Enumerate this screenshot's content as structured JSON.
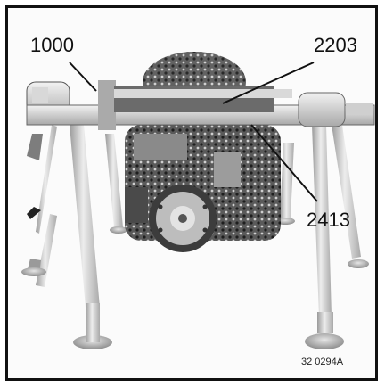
{
  "figure": {
    "callouts": {
      "c1000": "1000",
      "c2203": "2203",
      "c2413": "2413"
    },
    "figure_number": "32 0294A"
  },
  "colors": {
    "border": "#111111",
    "ink": "#222222",
    "metal": "#bdbdbd",
    "dark_metal": "#3a3a3a",
    "background": "#fbfbfb"
  },
  "icons": [
    "steering-gear-assembly",
    "support-stand",
    "crank-handle",
    "vise"
  ]
}
